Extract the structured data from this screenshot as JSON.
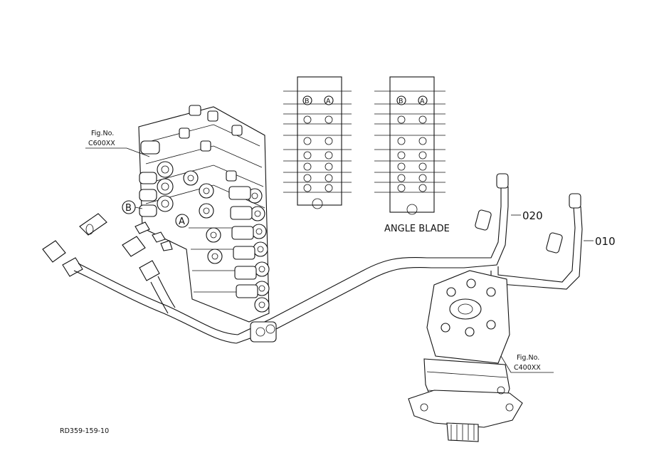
{
  "diagram": {
    "callout_a": "A",
    "callout_b": "B",
    "fig_ref_left": {
      "line1": "Fig.No.",
      "line2": "C600XX"
    },
    "fig_ref_right": {
      "line1": "Fig.No.",
      "line2": "C400XX"
    },
    "part_020": "020",
    "part_010": "010",
    "caption_angle_blade": "ANGLE BLADE",
    "drawing_id": "RD359-159-10"
  }
}
